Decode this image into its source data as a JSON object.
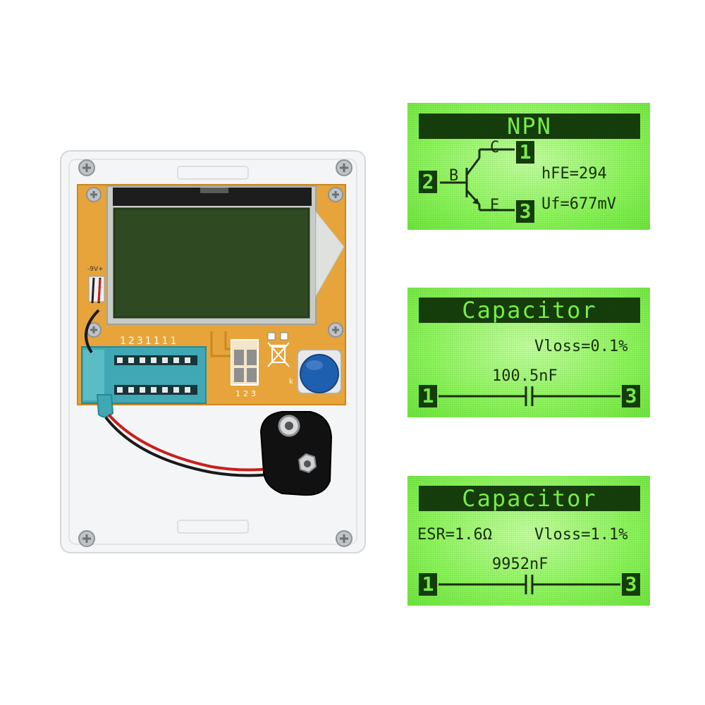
{
  "device": {
    "pin_numbers": "1231111",
    "pin_labels": [
      "1",
      "2",
      "3"
    ],
    "marker_k": "k",
    "polarity_label": "-9V+"
  },
  "displays": [
    {
      "title": "NPN",
      "labels": {
        "collector": "C",
        "base": "B",
        "emitter": "E"
      },
      "pins": {
        "collector": "1",
        "base": "2",
        "emitter": "3"
      },
      "lines": [
        "hFE=294",
        "Uf=677mV"
      ]
    },
    {
      "title": "Capacitor",
      "lines": [
        "Vloss=0.1%"
      ],
      "value": "100.5nF",
      "pins": {
        "left": "1",
        "right": "3"
      }
    },
    {
      "title": "Capacitor",
      "lines": [
        "ESR=1.6Ω",
        "Vloss=1.1%"
      ],
      "value": "9952nF",
      "pins": {
        "left": "1",
        "right": "3"
      }
    }
  ],
  "colors": {
    "lcd_backlight": "#7cf24a",
    "lcd_ink": "#163d0c",
    "pcb": "#e6a43a",
    "button": "#1e5fb0",
    "zif_socket": "#3fa8b4"
  }
}
